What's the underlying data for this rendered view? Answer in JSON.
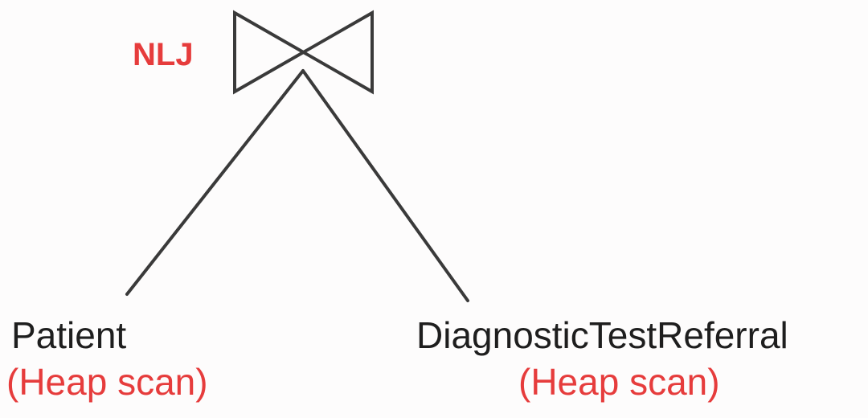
{
  "colors": {
    "annotation": "#e63c3c",
    "edge": "#3a3a3a",
    "text": "#1e1e1e"
  },
  "join": {
    "label": "NLJ",
    "icon": "bowtie-join-icon"
  },
  "left_input": {
    "relation": "Patient",
    "access_method": "(Heap scan)"
  },
  "right_input": {
    "relation": "DiagnosticTestReferral",
    "access_method": "(Heap scan)"
  }
}
